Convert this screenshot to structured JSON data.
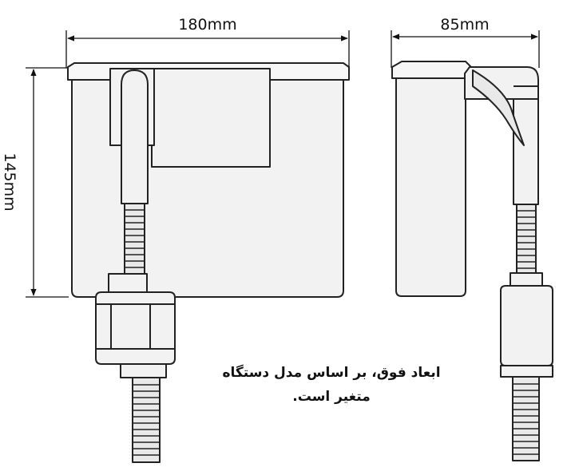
{
  "dimensions": {
    "front_width": "180mm",
    "side_width": "85mm",
    "height": "145mm"
  },
  "note": {
    "line1": "ابعاد فوق، بر اساس مدل دستگاه",
    "line2": "متغیر است."
  },
  "colors": {
    "line": "#222222",
    "body_fill": "#f2f2f2",
    "lid_fill": "#f7f7f7"
  }
}
